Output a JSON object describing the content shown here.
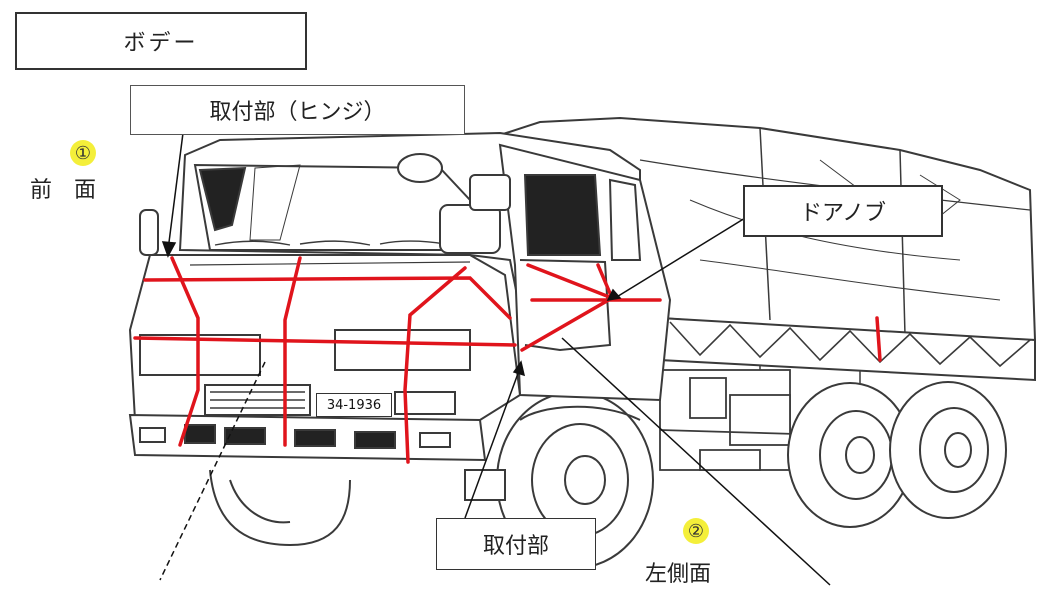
{
  "labels": {
    "body": "ボデー",
    "hinge_mount": "取付部（ヒンジ）",
    "door_knob": "ドアノブ",
    "mount": "取付部"
  },
  "views": {
    "front": {
      "number": "①",
      "label": "前　面"
    },
    "left_side": {
      "number": "②",
      "label": "左側面"
    }
  },
  "vehicle": {
    "license_plate": "34-1936"
  },
  "colors": {
    "tape_line": "#e0141c",
    "outline": "#3a3a3a",
    "marker": "#f4ef3a"
  }
}
